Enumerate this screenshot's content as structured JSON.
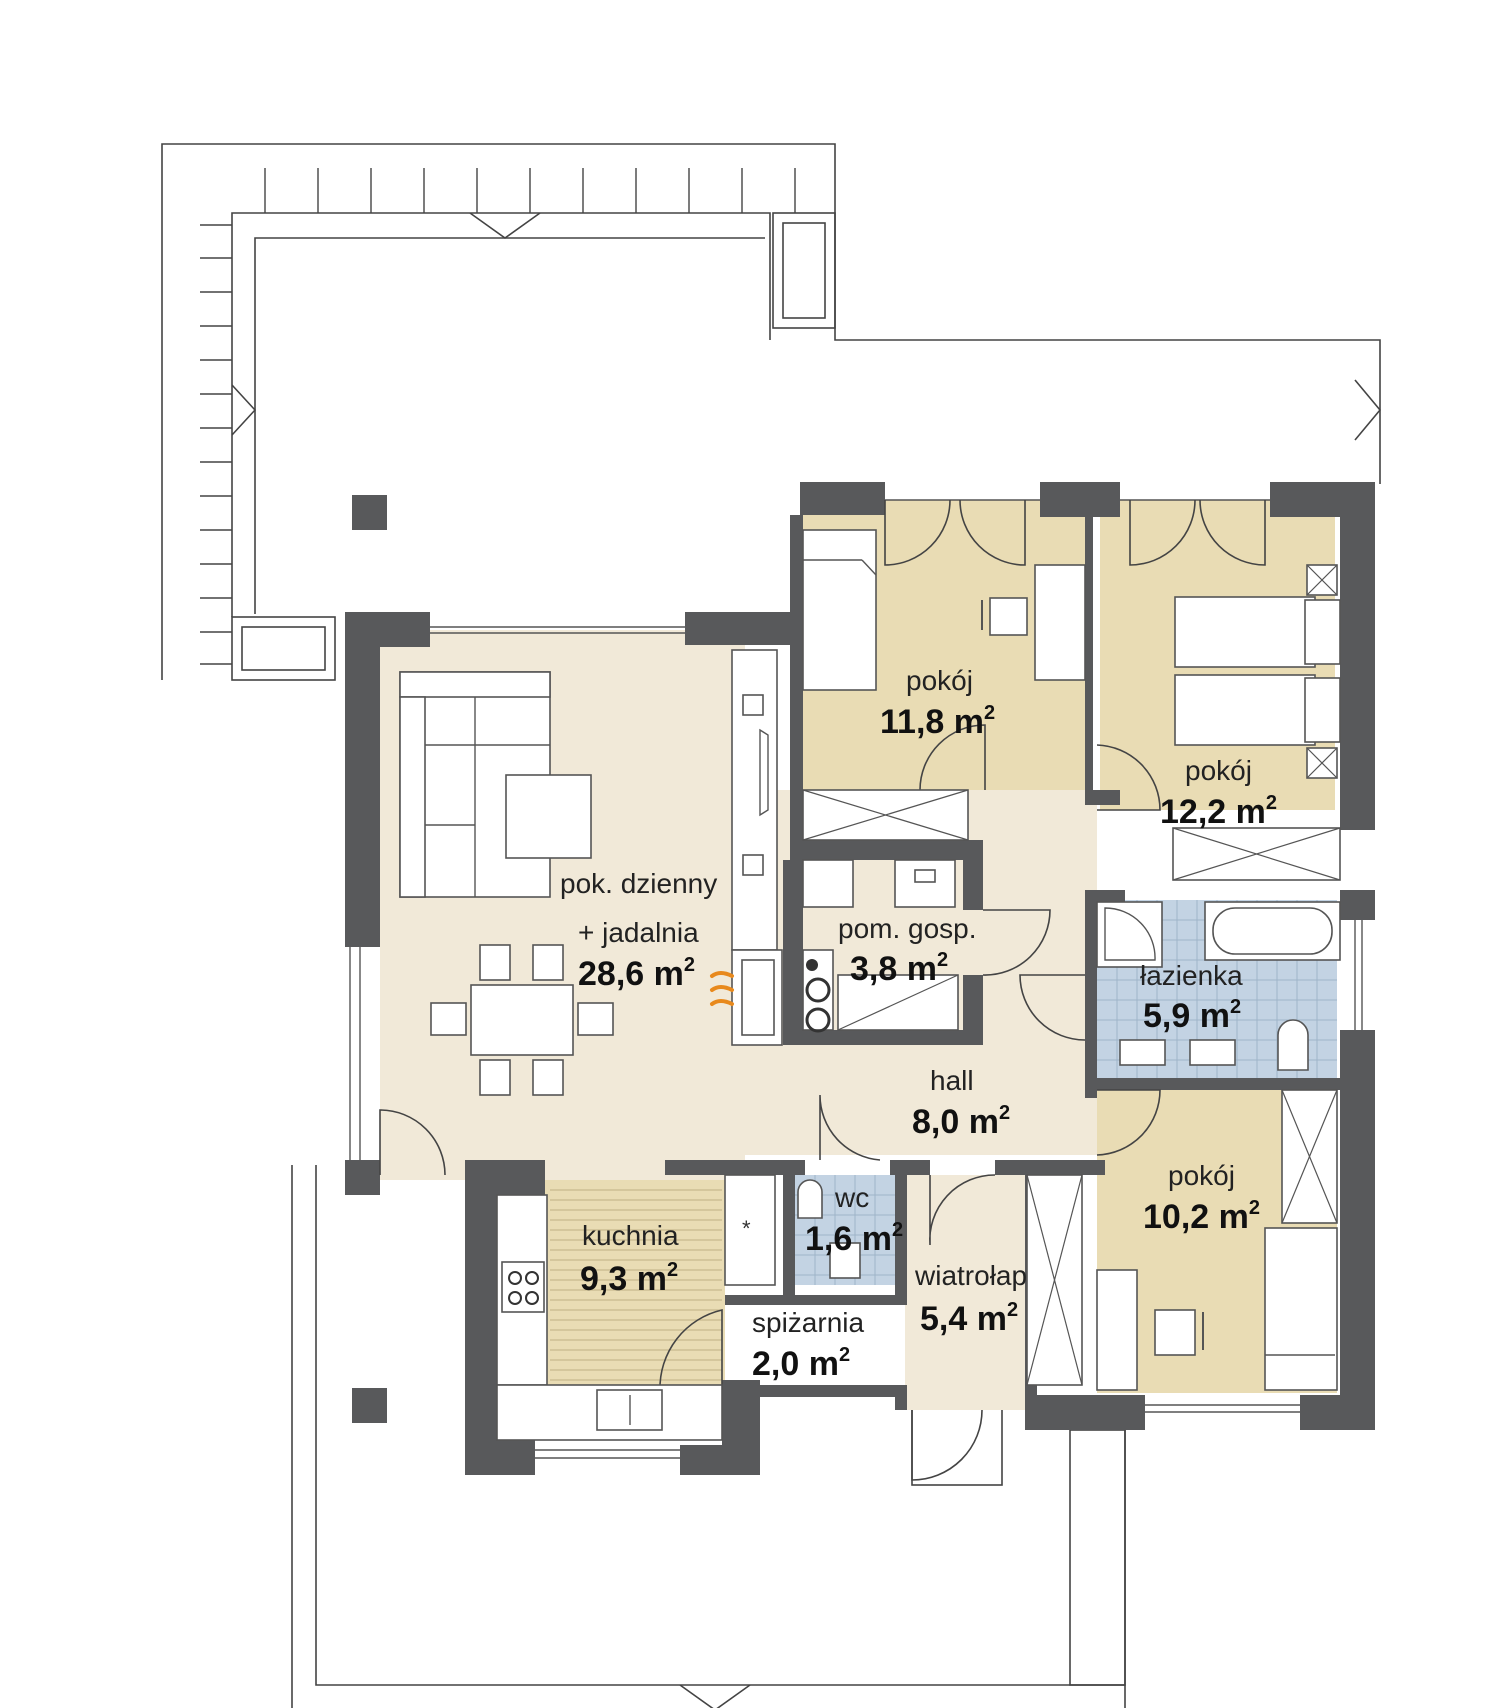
{
  "rooms": {
    "living": {
      "name_line1": "pok. dzienny",
      "name_line2": "+ jadalnia",
      "area": "28,6 m",
      "sup": "2",
      "color": "#f1e9d8"
    },
    "room1": {
      "name": "pokój",
      "area": "11,8 m",
      "sup": "2",
      "color": "#e9dcb4"
    },
    "room2": {
      "name": "pokój",
      "area": "12,2 m",
      "sup": "2",
      "color": "#e9dcb4"
    },
    "room3": {
      "name": "pokój",
      "area": "10,2 m",
      "sup": "2",
      "color": "#e9dcb4"
    },
    "utility": {
      "name": "pom. gosp.",
      "area": "3,8 m",
      "sup": "2",
      "color": "#e3e3e3"
    },
    "bathroom": {
      "name": "łazienka",
      "area": "5,9 m",
      "sup": "2",
      "color": "#c3d3e3"
    },
    "hall": {
      "name": "hall",
      "area": "8,0 m",
      "sup": "2",
      "color": "#f1e9d8"
    },
    "wc": {
      "name": "wc",
      "area": "1,6 m",
      "sup": "2",
      "color": "#c3d3e3"
    },
    "kitchen": {
      "name": "kuchnia",
      "area": "9,3 m",
      "sup": "2",
      "color": "#e9dcb4"
    },
    "pantry": {
      "name": "spiżarnia",
      "area": "2,0 m",
      "sup": "2",
      "color": "#ffffff"
    },
    "vestibule": {
      "name": "wiatrołap",
      "area": "5,4 m",
      "sup": "2",
      "color": "#f1e9d8"
    }
  },
  "colors": {
    "wall": "#58595b",
    "fireplace": "#e8891c"
  }
}
